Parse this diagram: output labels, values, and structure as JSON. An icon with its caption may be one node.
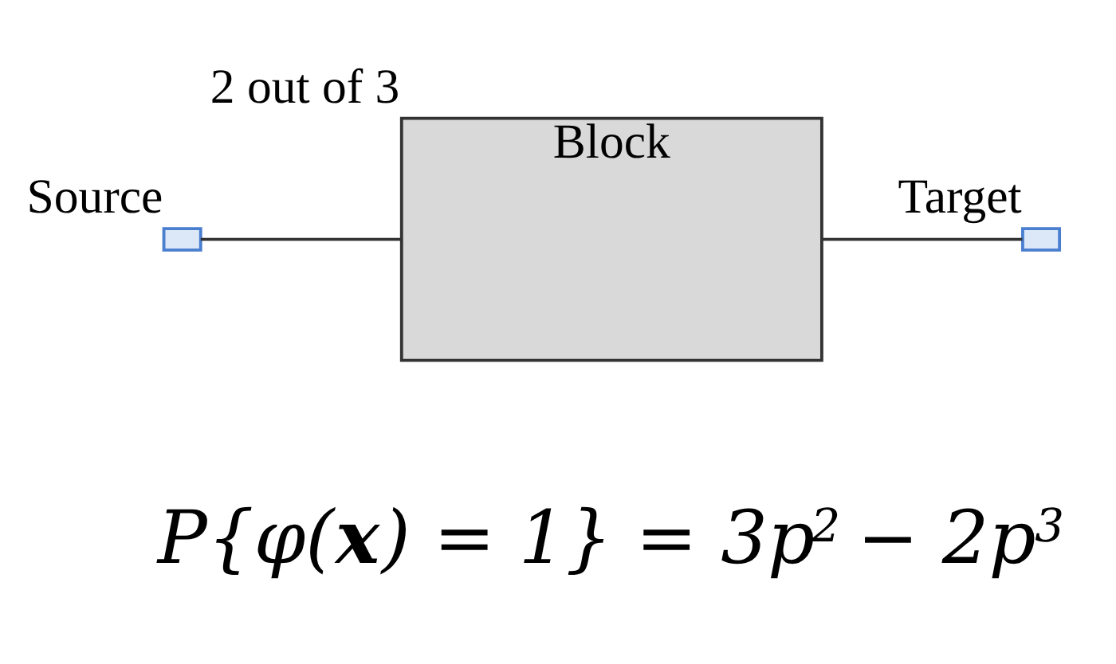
{
  "diagram": {
    "nodes": [
      {
        "text": [],
        "shape": "box",
        "beside": [
          "Source"
        ]
      },
      {
        "text": [
          "Block"
        ],
        "beside": [
          "2 out of 3"
        ]
      },
      {
        "text": [],
        "shape": "box",
        "beside": [
          "Target"
        ]
      }
    ],
    "edges": [
      {
        "from": 0,
        "to": 1,
        "arrow": "none"
      },
      {
        "from": 1,
        "to": 2,
        "arrow": "none"
      }
    ],
    "labels": [
      "P{φ(**x**) = 1} = 3p$^{2}$ − 2p$^{3}$"
    ]
  }
}
